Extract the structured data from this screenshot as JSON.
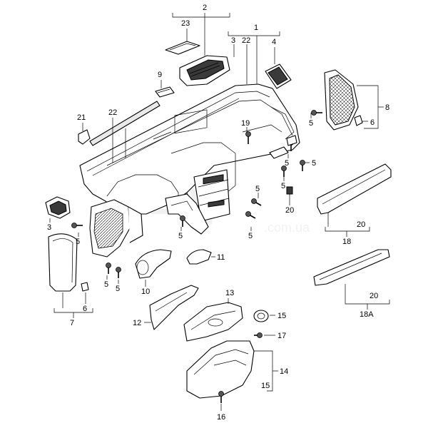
{
  "labels": {
    "l1": "1",
    "l2": "2",
    "l3a": "3",
    "l3b": "3",
    "l4": "4",
    "l5a": "5",
    "l5b": "5",
    "l5c": "5",
    "l5d": "5",
    "l5e": "5",
    "l5f": "5",
    "l5g": "5",
    "l5h": "5",
    "l5i": "5",
    "l6a": "6",
    "l6b": "6",
    "l7": "7",
    "l8": "8",
    "l9": "9",
    "l10": "10",
    "l11": "11",
    "l12": "12",
    "l13": "13",
    "l14": "14",
    "l15a": "15",
    "l15b": "15",
    "l16": "16",
    "l17": "17",
    "l18": "18",
    "l18a": "18A",
    "l19": "19",
    "l20a": "20",
    "l20b": "20",
    "l20c": "20",
    "l21": "21",
    "l22a": "22",
    "l22b": "22",
    "l23": "23"
  },
  "watermark": {
    "main": "7zap",
    "sub": ".com.ua"
  }
}
